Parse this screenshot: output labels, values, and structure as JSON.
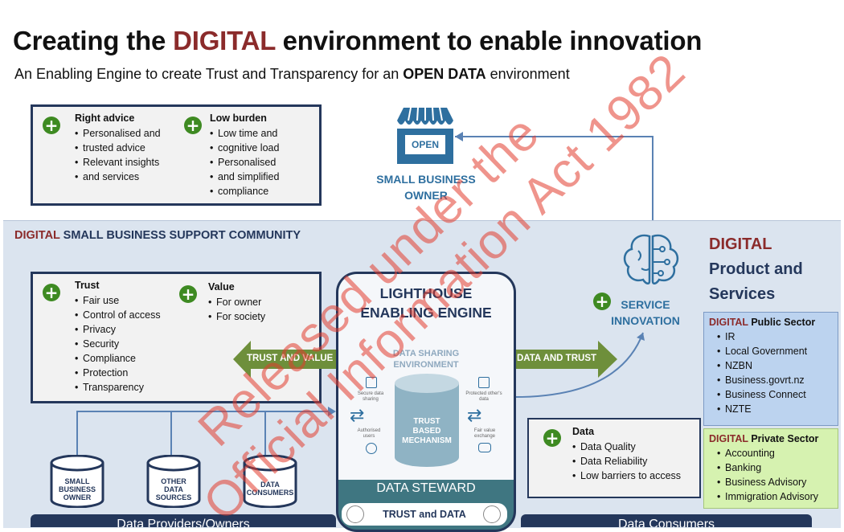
{
  "header": {
    "title_part1": "Creating the ",
    "title_accent": "DIGITAL",
    "title_part2": " environment to enable innovation",
    "subtitle_part1": "An Enabling Engine to create Trust and Transparency for an ",
    "subtitle_bold": "OPEN DATA",
    "subtitle_part2": " environment"
  },
  "benefits_box": {
    "right_advice": {
      "heading": "Right advice",
      "items": [
        "Personalised and",
        "trusted advice",
        "Relevant insights",
        "and services"
      ]
    },
    "low_burden": {
      "heading": "Low burden",
      "items": [
        "Low time and",
        "cognitive load",
        "Personalised",
        "and simplified",
        "compliance"
      ]
    }
  },
  "shop": {
    "sign": "OPEN",
    "label_line1": "SMALL BUSINESS",
    "label_line2": "OWNER"
  },
  "community": {
    "accent": "DIGITAL",
    "rest": " SMALL BUSINESS SUPPORT COMMUNITY"
  },
  "trust_box": {
    "trust": {
      "heading": "Trust",
      "items": [
        "Fair use",
        "Control of access",
        "Privacy",
        "Security",
        "Compliance",
        "Protection",
        "Transparency"
      ]
    },
    "value": {
      "heading": "Value",
      "items": [
        "For owner",
        "For society"
      ]
    }
  },
  "engine": {
    "title_line1": "LIGHTHOUSE",
    "title_line2": "ENABLING ENGINE",
    "sharing_line1": "DATA SHARING",
    "sharing_line2": "ENVIRONMENT",
    "cyl_line1": "TRUST",
    "cyl_line2": "BASED",
    "cyl_line3": "MECHANISM",
    "left_label_top": "Secure data sharing",
    "left_label_bottom": "Authorised users",
    "right_label_top": "Protected other's data",
    "right_label_bottom": "Fair value exchange",
    "steward": "DATA STEWARD",
    "trust_and_data": "TRUST and DATA"
  },
  "arrows": {
    "left": "TRUST AND VALUE",
    "right": "DATA AND TRUST"
  },
  "service_innovation": {
    "line1": "SERVICE",
    "line2": "INNOVATION"
  },
  "digital_products": {
    "accent": "DIGITAL",
    "line2": "Product and",
    "line3": "Services"
  },
  "public_sector": {
    "accent": "DIGITAL",
    "heading": " Public Sector",
    "items": [
      "IR",
      "Local Government",
      "NZBN",
      "Business.govrt.nz",
      "Business Connect",
      "NZTE"
    ]
  },
  "private_sector": {
    "accent": "DIGITAL",
    "heading": " Private Sector",
    "items": [
      "Accounting",
      "Banking",
      "Business Advisory",
      "Immigration Advisory"
    ]
  },
  "data_box": {
    "heading": "Data",
    "items": [
      "Data Quality",
      "Data Reliability",
      "Low barriers to access"
    ]
  },
  "cylinders": [
    {
      "line1": "SMALL",
      "line2": "BUSINESS",
      "line3": "OWNER"
    },
    {
      "line1": "OTHER",
      "line2": "DATA",
      "line3": "SOURCES"
    },
    {
      "line1": "DATA",
      "line2": "CONSUMERS",
      "line3": ""
    }
  ],
  "footer": {
    "providers": "Data Providers/Owners",
    "consumers": "Data Consumers"
  },
  "watermark": {
    "line1": "Released under the",
    "line2": "Official Information Act 1982"
  },
  "colors": {
    "navy": "#24375b",
    "accent_red": "#8b2b2b",
    "plus_green": "#3e8a22",
    "arrow_green": "#6e8f3b",
    "teal": "#3f7681",
    "link_blue": "#2e6f9f"
  }
}
